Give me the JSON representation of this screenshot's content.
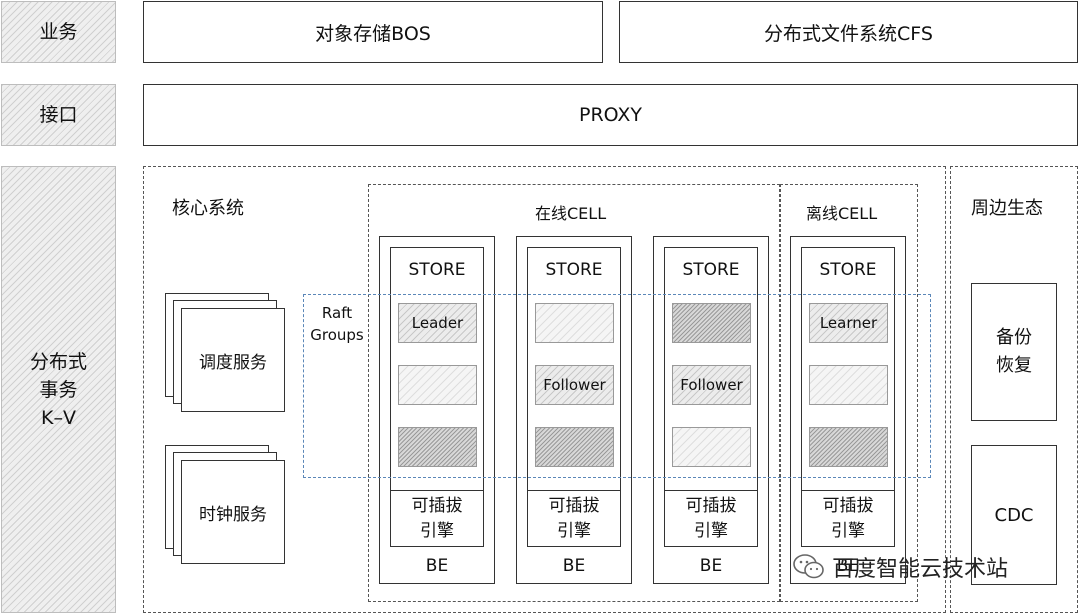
{
  "layers": {
    "business": {
      "label": "业务",
      "items": [
        "对象存储BOS",
        "分布式文件系统CFS"
      ]
    },
    "interface": {
      "label": "接口",
      "items": [
        "PROXY"
      ]
    },
    "kv": {
      "label_lines": [
        "分布式",
        "事务",
        "K–V"
      ]
    }
  },
  "core": {
    "title": "核心系统",
    "services": [
      "调度服务",
      "时钟服务"
    ]
  },
  "raft": {
    "label_lines": [
      "Raft",
      "Groups"
    ]
  },
  "online_cell": {
    "title": "在线CELL",
    "columns": [
      {
        "store": "STORE",
        "slots": [
          "Leader",
          "",
          ""
        ],
        "engine_lines": [
          "可插拔",
          "引擎"
        ],
        "be": "BE"
      },
      {
        "store": "STORE",
        "slots": [
          "",
          "Follower",
          ""
        ],
        "engine_lines": [
          "可插拔",
          "引擎"
        ],
        "be": "BE"
      },
      {
        "store": "STORE",
        "slots": [
          "",
          "Follower",
          ""
        ],
        "engine_lines": [
          "可插拔",
          "引擎"
        ],
        "be": "BE"
      }
    ]
  },
  "offline_cell": {
    "title": "离线CELL",
    "column": {
      "store": "STORE",
      "slots": [
        "Learner",
        "",
        ""
      ],
      "engine_lines": [
        "可插拔",
        "引擎"
      ],
      "be": "BE"
    }
  },
  "ecosystem": {
    "title": "周边生态",
    "items": [
      {
        "lines": [
          "备份",
          "恢复"
        ]
      },
      {
        "lines": [
          "CDC"
        ]
      }
    ]
  },
  "watermark": {
    "text": "百度智能云技术站",
    "icon": "wechat-icon"
  }
}
